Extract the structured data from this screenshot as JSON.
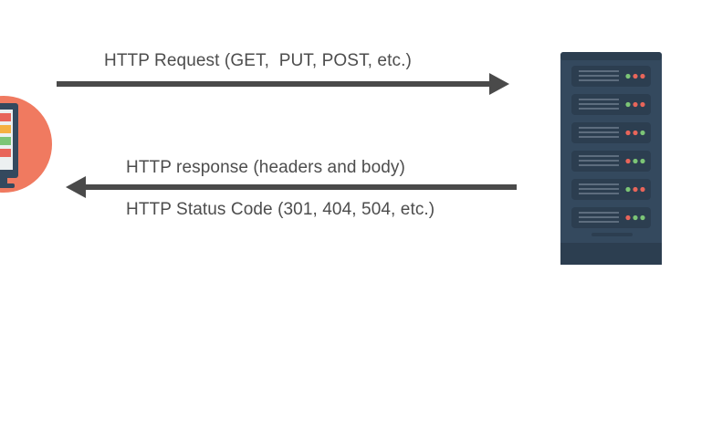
{
  "labels": {
    "request": "HTTP Request (GET,  PUT, POST, etc.)",
    "response": "HTTP response (headers and body)",
    "status": "HTTP Status Code (301, 404, 504, etc.)"
  },
  "icons": {
    "client": "computer-monitor-icon",
    "server": "server-rack-icon"
  },
  "colors": {
    "arrow": "#4a4a4a",
    "client_circle": "#f07a60",
    "server_body": "#34495e",
    "led_red": "#e8655a",
    "led_green": "#7cc576"
  }
}
